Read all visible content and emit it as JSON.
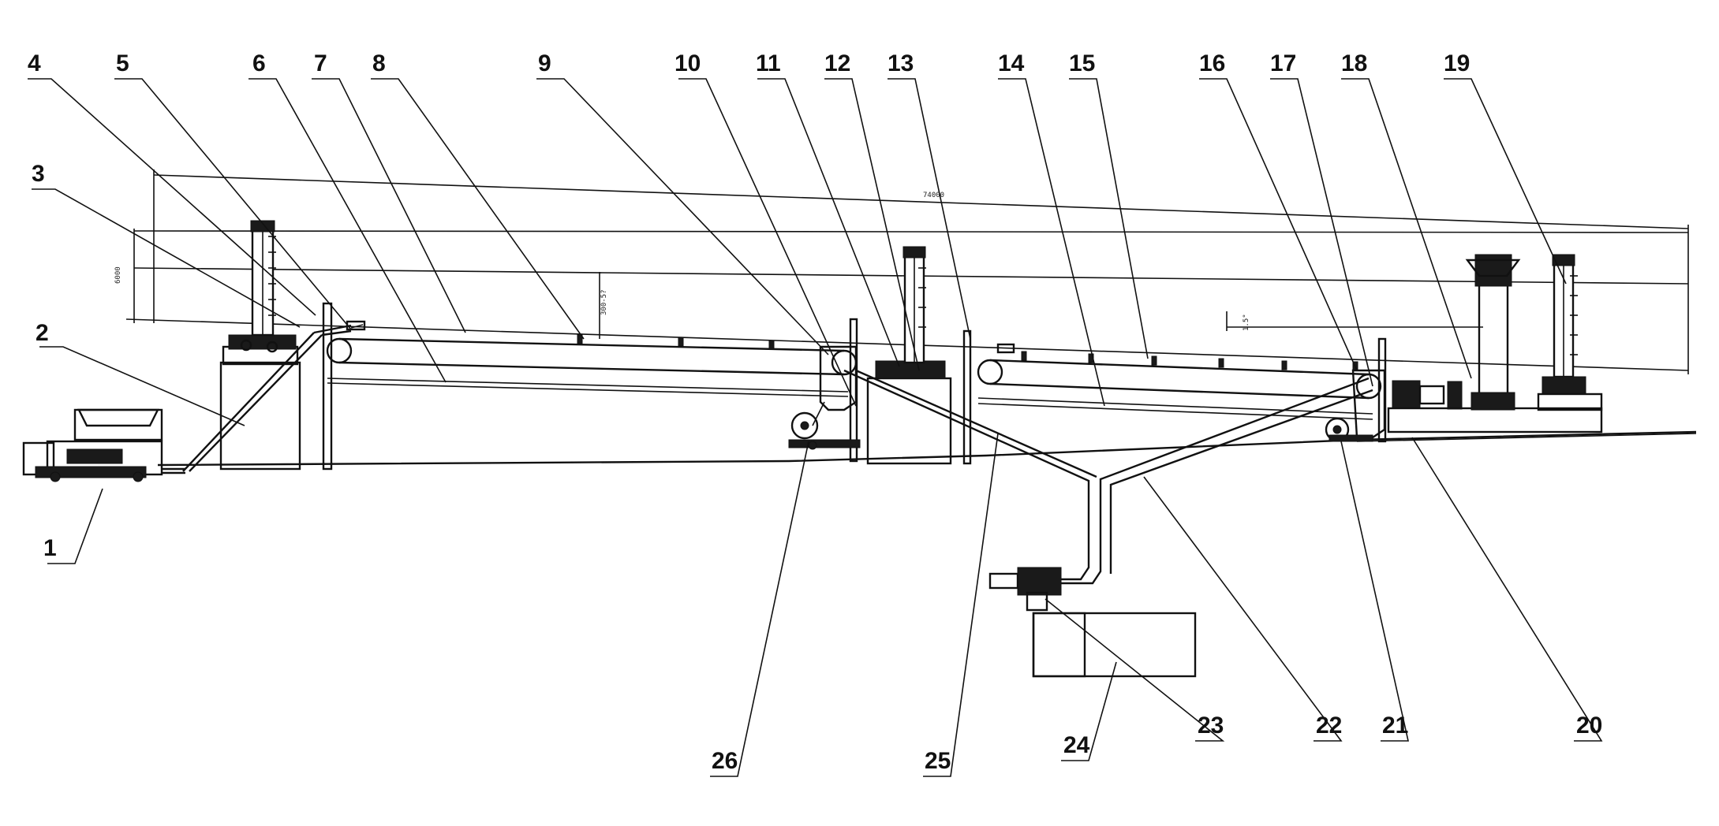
{
  "callouts": [
    {
      "id": "1",
      "text": "1"
    },
    {
      "id": "2",
      "text": "2"
    },
    {
      "id": "3",
      "text": "3"
    },
    {
      "id": "4",
      "text": "4"
    },
    {
      "id": "5",
      "text": "5"
    },
    {
      "id": "6",
      "text": "6"
    },
    {
      "id": "7",
      "text": "7"
    },
    {
      "id": "8",
      "text": "8"
    },
    {
      "id": "9",
      "text": "9"
    },
    {
      "id": "10",
      "text": "10"
    },
    {
      "id": "11",
      "text": "11"
    },
    {
      "id": "12",
      "text": "12"
    },
    {
      "id": "13",
      "text": "13"
    },
    {
      "id": "14",
      "text": "14"
    },
    {
      "id": "15",
      "text": "15"
    },
    {
      "id": "16",
      "text": "16"
    },
    {
      "id": "17",
      "text": "17"
    },
    {
      "id": "18",
      "text": "18"
    },
    {
      "id": "19",
      "text": "19"
    },
    {
      "id": "20",
      "text": "20"
    },
    {
      "id": "21",
      "text": "21"
    },
    {
      "id": "22",
      "text": "22"
    },
    {
      "id": "23",
      "text": "23"
    },
    {
      "id": "24",
      "text": "24"
    },
    {
      "id": "25",
      "text": "25"
    },
    {
      "id": "26",
      "text": "26"
    }
  ],
  "annotations": {
    "top_dim": "74000",
    "left_dim": "6000",
    "beam_note": "300-5?",
    "slope": "1.5°"
  }
}
